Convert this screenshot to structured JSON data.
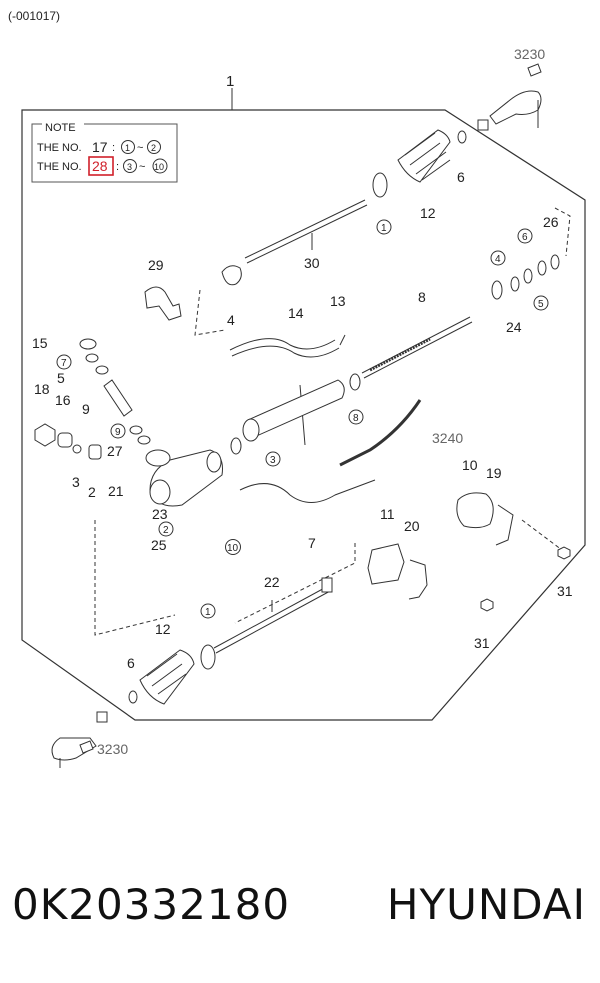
{
  "diagram": {
    "header_code": "(-001017)",
    "note": {
      "title": "NOTE",
      "line1_prefix": "THE NO.",
      "line1_number": "17",
      "line1_from": "1",
      "line1_to": "2",
      "line2_prefix": "THE NO.",
      "line2_number": "28",
      "line2_from": "3",
      "line2_to": "10",
      "sep": ":",
      "tilde": "~"
    },
    "labels": {
      "l1": "1",
      "l3230_top": "3230",
      "l6_top": "6",
      "l12_top": "12",
      "l1_circle_top": "1",
      "l30": "30",
      "l29": "29",
      "l4": "4",
      "l4_circle": "4",
      "l6_circle": "6",
      "l26": "26",
      "l24": "24",
      "l5_circle_right": "5",
      "l8": "8",
      "l13": "13",
      "l14": "14",
      "l8_circle": "8",
      "l3240": "3240",
      "l15": "15",
      "l7_circle": "7",
      "l5": "5",
      "l9": "9",
      "l18": "18",
      "l16": "16",
      "l9_circle": "9",
      "l27": "27",
      "l3": "3",
      "l2": "2",
      "l3_circle": "3",
      "l21": "21",
      "l23": "23",
      "l2_circle": "2",
      "l25": "25",
      "l10_circle": "10",
      "l7": "7",
      "l10": "10",
      "l19": "19",
      "l11": "11",
      "l20": "20",
      "l31_right": "31",
      "l31_mid": "31",
      "l22": "22",
      "l12_bot": "12",
      "l1_circle_bot": "1",
      "l6_bot": "6",
      "l3230_bot": "3230"
    }
  },
  "footer": {
    "part_number": "0K20332180",
    "brand": "HYUNDAI"
  }
}
